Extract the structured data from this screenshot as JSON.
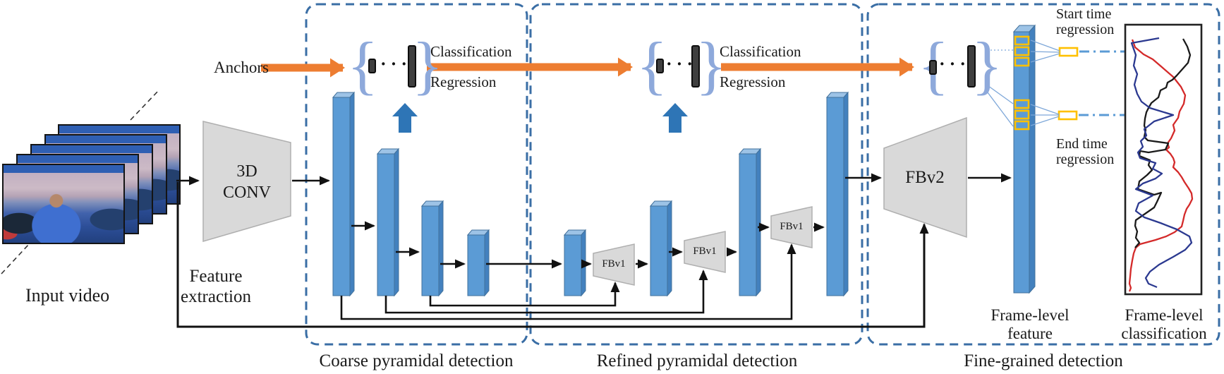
{
  "colors": {
    "orange_arrow": "#ED7D31",
    "bar_front": "#5B9BD5",
    "bar_top": "#9DC3E6",
    "bar_side": "#4381BE",
    "bar_stroke": "#41719C",
    "dashed_box": "#3A6EA5",
    "blue_up_arrow": "#2E75B6",
    "trapezoid_fill": "#D9D9D9",
    "trapezoid_stroke": "#AFAFAF",
    "yellow_box": "#FFC000",
    "dashdot_arrow": "#5B9BD5",
    "connector_line": "#7FA8D9",
    "curve_red": "#D42A2A",
    "curve_black": "#1A1A1A",
    "curve_navy": "#2B3990",
    "flow_arrow": "#111111"
  },
  "input_video": {
    "label": "Input video"
  },
  "feature_extraction": {
    "block": "3D\nCONV",
    "label": "Feature\nextraction"
  },
  "anchors_label": "Anchors",
  "anchor_dots": "···",
  "anchor_brace_open": "{",
  "anchor_brace_close": "}",
  "sections": {
    "coarse": {
      "label": "Coarse pyramidal detection",
      "classification": "Classification",
      "regression": "Regression"
    },
    "refined": {
      "label": "Refined pyramidal detection",
      "classification": "Classification",
      "regression": "Regression",
      "fb1": "FBv1",
      "fb2": "FBv1",
      "fb3": "FBv1"
    },
    "fine": {
      "label": "Fine-grained detection",
      "fb": "FBv2",
      "start_regression": "Start time\nregression",
      "end_regression": "End time\nregression",
      "frame_feature": "Frame-level\nfeature",
      "frame_classification": "Frame-level\nclassification"
    }
  }
}
